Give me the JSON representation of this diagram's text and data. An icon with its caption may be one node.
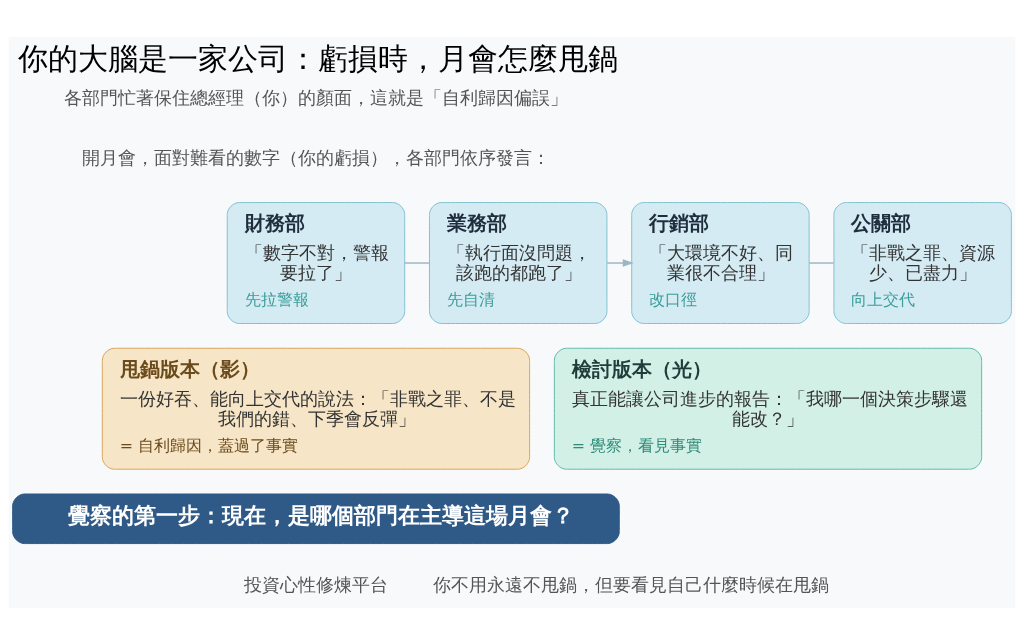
{
  "diagram": {
    "title": "你的大腦是一家公司：虧損時，月會怎麼甩鍋",
    "nodes": [
      {
        "text": [
          "財務部",
          "「數字不對，警報要拉了」",
          "先拉警報"
        ]
      },
      {
        "text": [
          "業務部",
          "「執行面沒問題，該跑的都跑了」",
          "先自清"
        ]
      },
      {
        "text": [
          "行銷部",
          "「大環境不好、同業很不合理」",
          "改口徑"
        ]
      },
      {
        "text": [
          "公關部",
          "「非戰之罪、資源少、已盡力」",
          "向上交代"
        ]
      },
      {
        "text": [
          "甩鍋版本（影）",
          "一份好吞、能向上交代的說法：「非戰之罪、不是我們的錯、下季會反彈」",
          "= 自利歸因，蓋過了事實"
        ]
      },
      {
        "text": [
          "檢討版本（光）",
          "真正能讓公司進步的報告：「我哪一個決策步驟還能改？」",
          "= 覺察，看見事實"
        ]
      },
      {
        "text": [
          "覺察的第一步：現在，是哪個部門在主導這場月會？"
        ]
      }
    ],
    "edges": [
      {
        "from": 0,
        "to": 1,
        "arrow": "none"
      },
      {
        "from": 1,
        "to": 2,
        "arrow": "to"
      },
      {
        "from": 2,
        "to": 3,
        "arrow": "none"
      }
    ],
    "labels": [
      "各部門忙著保住總經理（你）的顏面，這就是「自利歸因偏誤」",
      "開月會，面對難看的數字（你的虧損），各部門依序發言：",
      "投資心性修煉平台",
      "你不用永遠不甩鍋，但要看見自己什麼時候在甩鍋"
    ]
  }
}
